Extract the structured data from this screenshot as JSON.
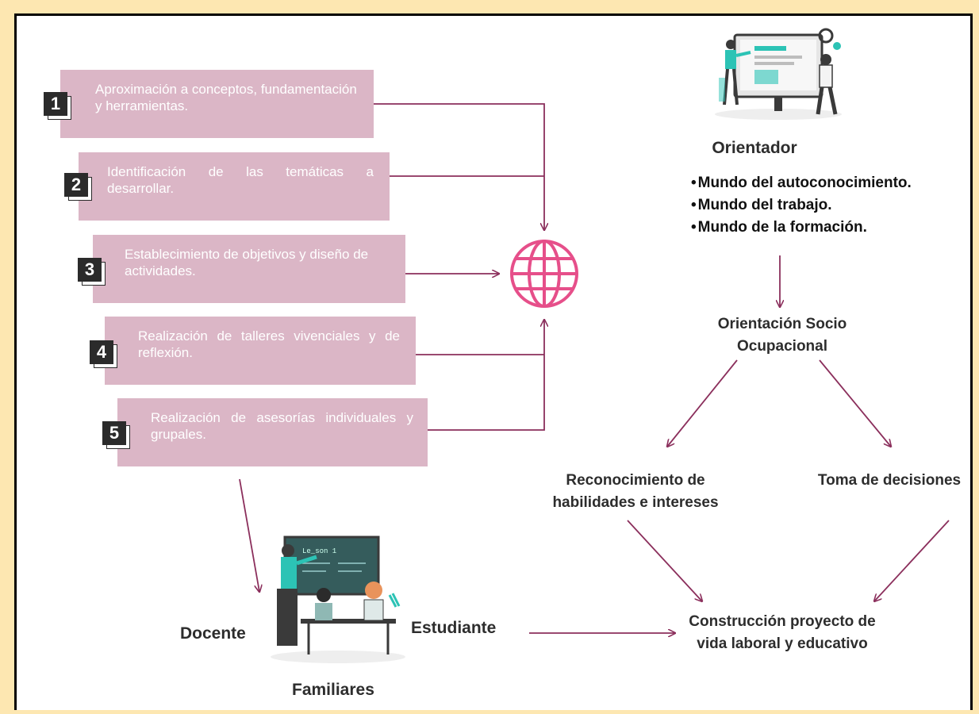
{
  "steps": [
    {
      "num": "1",
      "text": "Aproximación a conceptos, fundamentación y herramientas."
    },
    {
      "num": "2",
      "text": "Identificación de las temáticas a desarrollar."
    },
    {
      "num": "3",
      "text": "Establecimiento de objetivos y diseño de actividades."
    },
    {
      "num": "4",
      "text": "Realización de talleres vivenciales y de reflexión."
    },
    {
      "num": "5",
      "text": "Realización de asesorías individuales y grupales."
    }
  ],
  "orientador": {
    "title": "Orientador",
    "items": [
      "Mundo del autoconocimiento.",
      "Mundo del trabajo.",
      "Mundo de la formación."
    ]
  },
  "orientacion": "Orientación Socio Ocupacional",
  "reconocimiento": "Reconocimiento de habilidades e intereses",
  "toma": "Toma de decisiones",
  "construccion": "Construcción proyecto de vida laboral y educativo",
  "people": {
    "docente": "Docente",
    "estudiante": "Estudiante",
    "familiares": "Familiares"
  },
  "colors": {
    "box": "#dbb6c6",
    "arrow": "#8b2f5c",
    "globe": "#e64f8a",
    "accent": "#2cc3b5"
  },
  "icons": [
    "globe-icon",
    "orientador-illustration",
    "classroom-illustration"
  ]
}
